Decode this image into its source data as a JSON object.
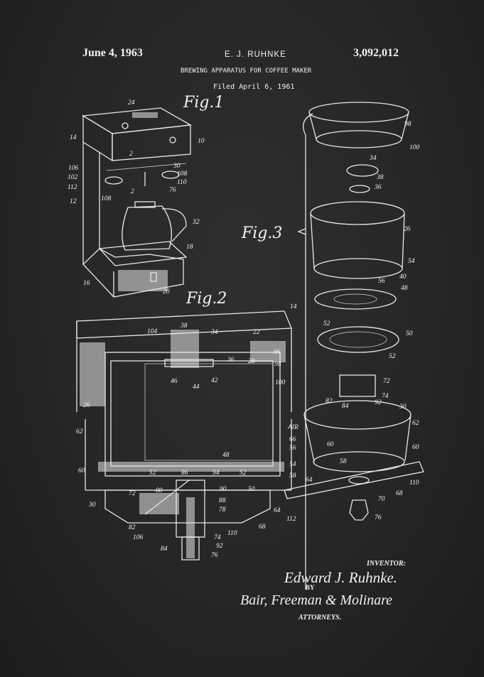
{
  "header": {
    "date": "June 4, 1963",
    "inventor_name": "E. J. RUHNKE",
    "patent_number": "3,092,012",
    "title": "BREWING APPARATUS FOR COFFEE MAKER",
    "filed": "Filed April 6, 1961"
  },
  "figures": {
    "fig1": "Fig.1",
    "fig2": "Fig.2",
    "fig3": "Fig.3"
  },
  "fig1_labels": [
    "24",
    "14",
    "10",
    "2",
    "2",
    "30",
    "106",
    "102",
    "108",
    "112",
    "110",
    "76",
    "12",
    "108",
    "32",
    "18",
    "16",
    "20"
  ],
  "fig2_labels": [
    "14",
    "104",
    "38",
    "34",
    "22",
    "96",
    "36",
    "28",
    "98",
    "46",
    "44",
    "42",
    "100",
    "26",
    "AIR",
    "62",
    "66",
    "56",
    "48",
    "54",
    "60",
    "52",
    "86",
    "94",
    "52",
    "58",
    "50",
    "72",
    "80",
    "90",
    "30",
    "88",
    "78",
    "64",
    "82",
    "106",
    "74",
    "110",
    "68",
    "84",
    "92",
    "76"
  ],
  "fig3_labels": [
    "98",
    "100",
    "34",
    "38",
    "36",
    "26",
    "54",
    "40",
    "56",
    "48",
    "52",
    "50",
    "52",
    "72",
    "82",
    "84",
    "74",
    "92",
    "30",
    "62",
    "60",
    "60",
    "58",
    "64",
    "110",
    "68",
    "70",
    "112",
    "76"
  ],
  "signature": {
    "inventor_heading": "INVENTOR:",
    "inventor": "Edward J. Ruhnke.",
    "by": "BY",
    "attorneys_firm": "Bair, Freeman & Molinare",
    "attorneys_heading": "ATTORNEYS."
  },
  "colors": {
    "background": "#262626",
    "ink": "#f2f2f2"
  }
}
